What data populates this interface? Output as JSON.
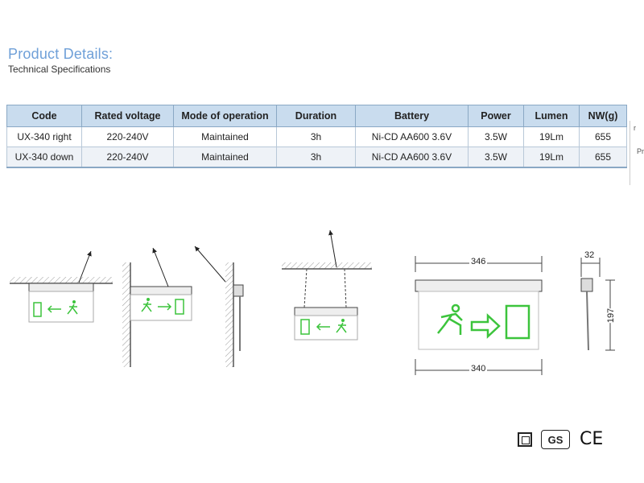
{
  "header": {
    "title": "Product Details:",
    "subtitle": "Technical Specifications"
  },
  "table": {
    "columns": [
      "Code",
      "Rated voltage",
      "Mode of operation",
      "Duration",
      "Battery",
      "Power",
      "Lumen",
      "NW(g)"
    ],
    "rows": [
      [
        "UX-340 right",
        "220-240V",
        "Maintained",
        "3h",
        "Ni-CD AA600 3.6V",
        "3.5W",
        "19Lm",
        "655"
      ],
      [
        "UX-340 down",
        "220-240V",
        "Maintained",
        "3h",
        "Ni-CD AA600 3.6V",
        "3.5W",
        "19Lm",
        "655"
      ]
    ]
  },
  "side_fragment": {
    "top": "r",
    "mid": "Pr"
  },
  "dimensions": {
    "width_top": "346",
    "width_bottom": "340",
    "depth": "32",
    "height": "197"
  },
  "colors": {
    "title": "#6fa0d8",
    "header_bg": "#c9dcee",
    "sign_green": "#3cc43c"
  },
  "icons": [
    "double-insulation-icon",
    "gs-mark-icon",
    "ce-mark-icon"
  ]
}
